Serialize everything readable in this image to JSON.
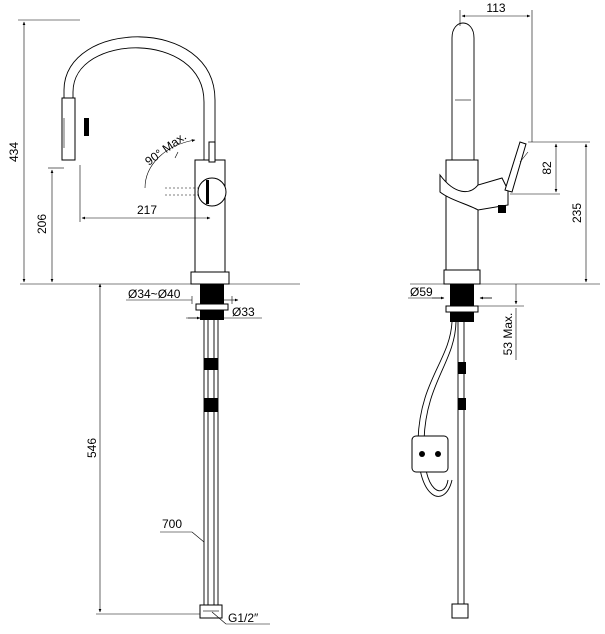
{
  "front_view": {
    "dim_total_height": "434",
    "dim_spout_height": "206",
    "dim_reach": "217",
    "dim_swivel": "90° Max.",
    "dim_hole_diameter": "Ø34~Ø40",
    "dim_shank_diameter": "Ø33",
    "dim_hose_length": "546",
    "dim_flex_length": "700",
    "dim_thread": "G1/2″"
  },
  "side_view": {
    "dim_depth": "113",
    "dim_handle_height": "82",
    "dim_lever_height": "235",
    "dim_base_diameter": "Ø59",
    "dim_deck_thickness": "53 Max."
  }
}
